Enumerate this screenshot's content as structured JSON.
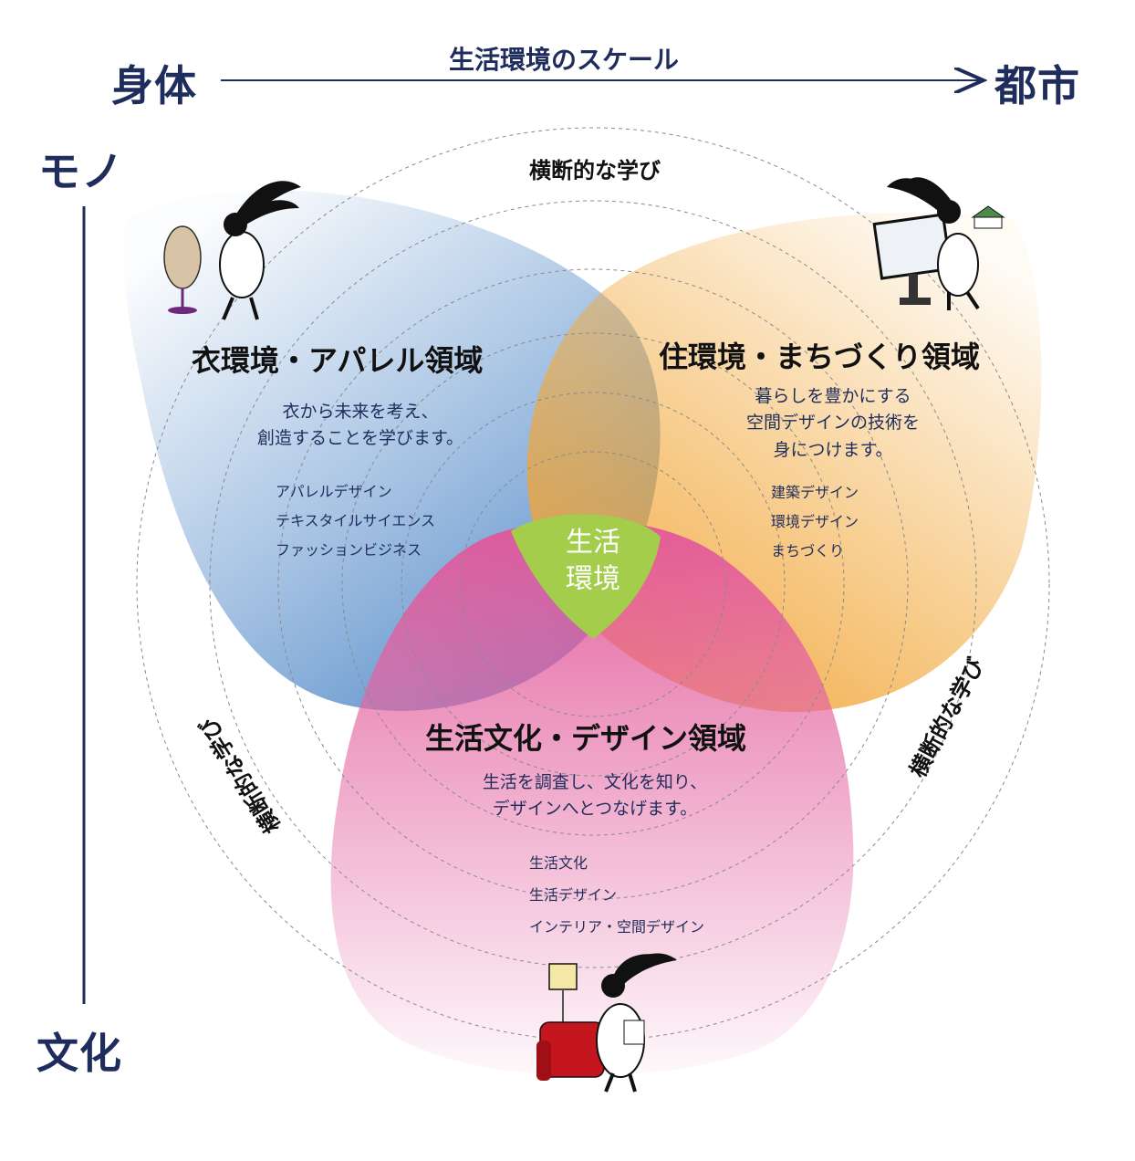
{
  "axis": {
    "left_top": "身体",
    "right_top": "都市",
    "scale_label": "生活環境のスケール",
    "vertical_top": "モノ",
    "vertical_bottom": "文化"
  },
  "cross_learning": "横断的な学び",
  "center": {
    "line1": "生活",
    "line2": "環境"
  },
  "regions": {
    "apparel": {
      "title": "衣環境・アパレル領域",
      "desc1": "衣から未来を考え、",
      "desc2": "創造することを学びます。",
      "courses": [
        "アパレルデザイン",
        "テキスタイルサイエンス",
        "ファッションビジネス"
      ]
    },
    "housing": {
      "title": "住環境・まちづくり領域",
      "desc1": "暮らしを豊かにする",
      "desc2": "空間デザインの技術を",
      "desc3": "身につけます。",
      "courses": [
        "建築デザイン",
        "環境デザイン",
        "まちづくり"
      ]
    },
    "culture": {
      "title": "生活文化・デザイン領域",
      "desc1": "生活を調査し、文化を知り、",
      "desc2": "デザインへとつなげます。",
      "courses": [
        "生活文化",
        "生活デザイン",
        "インテリア・空間デザイン"
      ]
    }
  },
  "colors": {
    "navy": "#1f2d5c",
    "blue": "#5a8fcb",
    "orange": "#f2a93c",
    "pink": "#e56aa4",
    "green": "#a3cd4a"
  }
}
